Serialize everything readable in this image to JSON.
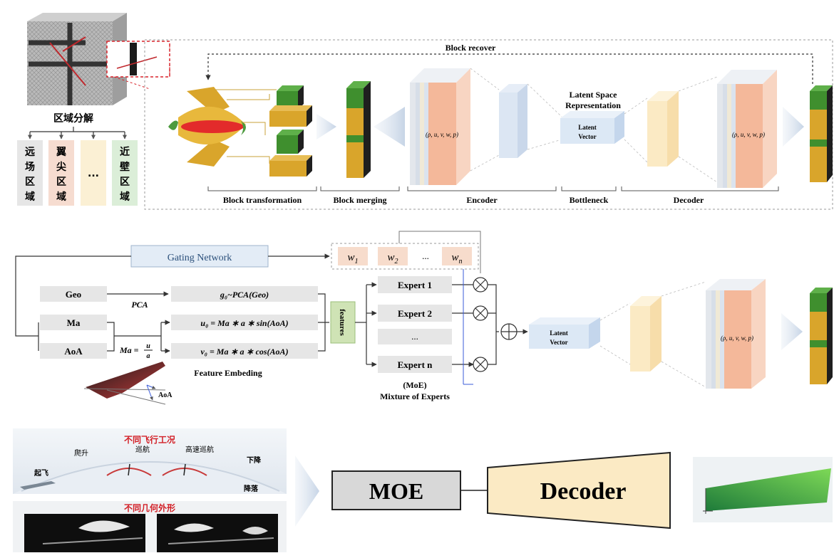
{
  "top": {
    "region_title": "区域分解",
    "regions": [
      {
        "label": "远场区域",
        "color": "#e6e6e6"
      },
      {
        "label": "翼尖区域",
        "color": "#f6dcd0"
      },
      {
        "label": "...",
        "color": "#fbf0d4"
      },
      {
        "label": "近壁区域",
        "color": "#dbeed8"
      }
    ],
    "block_recover": "Block recover",
    "latent_space_line1": "Latent Space",
    "latent_space_line2": "Representation",
    "latent_vector_line1": "Latent",
    "latent_vector_line2": "Vector",
    "field_vars": "(ρ, u, v, w, p)",
    "stages": [
      "Block transformation",
      "Block merging",
      "Encoder",
      "Bottleneck",
      "Decoder"
    ]
  },
  "middle": {
    "gating_network": "Gating Network",
    "weights": [
      "w",
      "w",
      "...",
      "w"
    ],
    "weight_subscripts": [
      "1",
      "2",
      "",
      "n"
    ],
    "inputs": [
      "Geo",
      "Ma",
      "AoA"
    ],
    "pca_label": "PCA",
    "eq_geo": "g₀~PCA(Geo)",
    "eq_u": "u₀ = Ma ∗ a ∗ sin(AoA)",
    "eq_v": "v₀ = Ma ∗ a ∗ cos(AoA)",
    "ma_eq_left": "Ma =",
    "ma_eq_num": "u",
    "ma_eq_den": "a",
    "features": "features",
    "feature_embedding": "Feature Embeding",
    "aoa_label": "AoA",
    "experts": [
      "Expert 1",
      "Expert 2",
      "...",
      "Expert n"
    ],
    "moe_line1": "(MoE)",
    "moe_line2": "Mixture of Experts",
    "latent_vector_line1": "Latent",
    "latent_vector_line2": "Vector",
    "field_vars": "(ρ, u, v, w, p)"
  },
  "bottom": {
    "flight_title": "不同飞行工况",
    "flight_phases": [
      "起飞",
      "爬升",
      "巡航",
      "高速巡航",
      "下降",
      "降落"
    ],
    "geometry_title": "不同几何外形",
    "moe_box": "MOE",
    "decoder_box": "Decoder"
  },
  "colors": {
    "encoder_orange": "#f4b89a",
    "bottleneck_yellow": "#fbeac4",
    "latent_blue": "#dce8f5",
    "block_green": "#3f8f2e",
    "block_gold": "#d9a52b",
    "gating_blue": "#e3ecf6",
    "weight_peach": "#f7dccc",
    "features_green": "#cfe3b5"
  }
}
